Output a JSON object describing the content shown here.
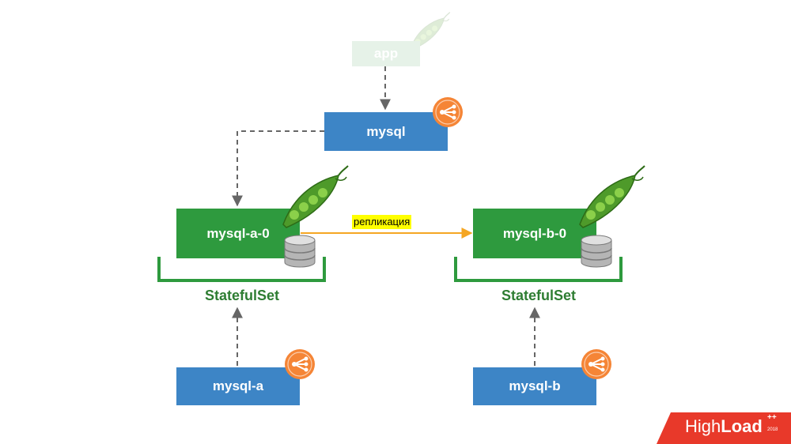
{
  "nodes": {
    "app": "app",
    "mysql_service": "mysql",
    "mysql_a_0": "mysql-a-0",
    "mysql_b_0": "mysql-b-0",
    "mysql_a": "mysql-a",
    "mysql_b": "mysql-b"
  },
  "statefulsets": [
    "StatefulSet",
    "StatefulSet"
  ],
  "replication_label": "репликация",
  "brand": {
    "name_light": "High",
    "name_bold": "Load",
    "superscript": "++",
    "year": "2018"
  },
  "icons": [
    "peapod-icon",
    "load-balancer-icon",
    "database-icon"
  ],
  "colors": {
    "service": "#3d85c6",
    "pod": "#2e9a3e",
    "statefulset": "#2e7d32",
    "load_balancer": "#f58536",
    "replication_arrow": "#f5a623",
    "brand": "#e8392a"
  }
}
